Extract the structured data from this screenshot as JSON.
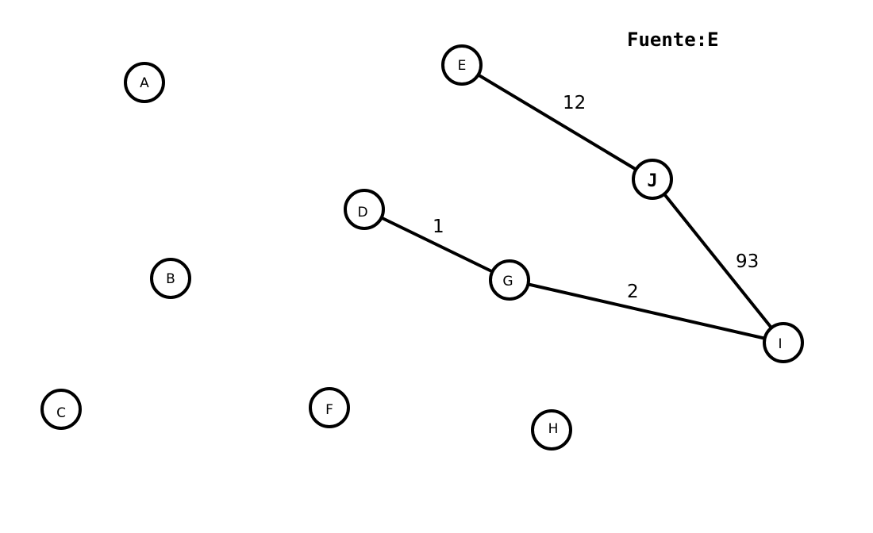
{
  "header": {
    "source_label": "Fuente:E"
  },
  "nodes": [
    {
      "id": "A",
      "label": "A"
    },
    {
      "id": "B",
      "label": "B"
    },
    {
      "id": "C",
      "label": "C"
    },
    {
      "id": "D",
      "label": "D"
    },
    {
      "id": "E",
      "label": "E"
    },
    {
      "id": "F",
      "label": "F"
    },
    {
      "id": "G",
      "label": "G"
    },
    {
      "id": "H",
      "label": "H"
    },
    {
      "id": "I",
      "label": "I"
    },
    {
      "id": "J",
      "label": "J"
    }
  ],
  "edges": [
    {
      "from": "E",
      "to": "J",
      "weight": "12"
    },
    {
      "from": "J",
      "to": "I",
      "weight": "93"
    },
    {
      "from": "D",
      "to": "G",
      "weight": "1"
    },
    {
      "from": "G",
      "to": "I",
      "weight": "2"
    }
  ]
}
